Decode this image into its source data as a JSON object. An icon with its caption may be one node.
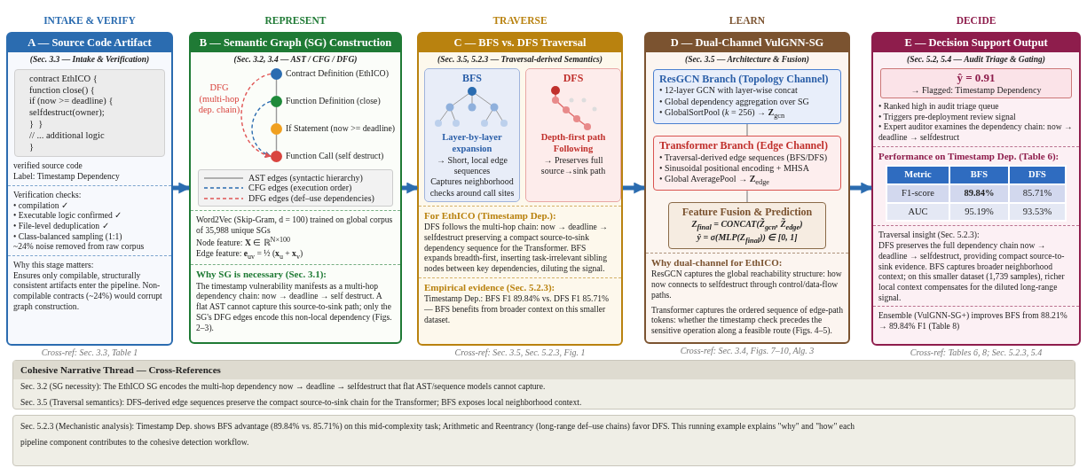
{
  "diagram": {
    "nodes": [
      {
        "text": [
          "A — Source Code Artifact",
          "(Sec. 3.3 — Intake & Verification)",
          "verified source code",
          "Label: Timestamp Dependency",
          "Verification checks:",
          "• compilation ✓",
          "• Executable logic confirmed ✓",
          "• File-level deduplication ✓",
          "• Class-balanced sampling (1:1)",
          "~24% noise removed from raw corpus",
          "Why this stage matters:",
          "Ensures only compilable, structurally consistent artifacts enter the pipeline. Non-compilable contracts (~24%) would corrupt graph construction."
        ],
        "beside": [
          "INTAKE & VERIFY",
          "Cross-ref: Sec. 3.3, Table 1"
        ]
      },
      {
        "text": [
          "contract EthICO {",
          "function close() {",
          "if (now >= deadline) {",
          "selfdestruct(owner);",
          "}  }",
          "// ... additional logic",
          "}"
        ],
        "in": 0
      },
      {
        "text": [
          "B — Semantic Graph (SG) Construction",
          "(Sec. 3.2, 3.4 — AST / CFG / DFG)",
          "Word2Vec (Skip-Gram, d = 100) trained on global corpus of 35,988 unique SGs",
          "Node feature: **X** ∈ ℝ$^{N×100}$",
          "Edge feature: **e**$_{uv}$ = ½ (**x**$_{u}$ + **x**$_{v}$)",
          "Why SG is necessary (Sec. 3.1):",
          "The timestamp vulnerability manifests as a multi-hop dependency chain: now → deadline → self destruct. A flat AST cannot capture this source-to-sink path; only the SG's DFG edges encode this non-local dependency (Figs. 2–3)."
        ],
        "beside": [
          "REPRESENT"
        ]
      },
      {
        "text": [
          "Contract Definition (EthICO)"
        ],
        "in": 2
      },
      {
        "text": [
          "Function Definition (close)"
        ],
        "in": 2
      },
      {
        "text": [
          "If Statement (now >= deadline)"
        ],
        "in": 2
      },
      {
        "text": [
          "Function Call (self destruct)"
        ],
        "in": 2
      },
      {
        "text": [
          "C — BFS vs. DFS Traversal",
          "(Sec. 3.5, 5.2.3 — Traversal-derived Semantics)",
          "For EthICO (Timestamp Dep.):",
          "DFS follows the multi-hop chain: now → deadline → selfdestruct preserving a compact source-to-sink dependency sequence for the Transformer. BFS expands breadth-first, inserting task-irrelevant sibling nodes between key dependencies, diluting the signal.",
          "Empirical evidence (Sec. 5.2.3):",
          "Timestamp Dep.: BFS F1 89.84% vs. DFS F1 85.71% — BFS benefits from broader context on this smaller dataset."
        ],
        "beside": [
          "TRAVERSE",
          "Cross-ref: Sec. 3.5, Sec. 5.2.3, Fig. 1"
        ]
      },
      {
        "text": [
          "BFS",
          "Layer-by-layer expansion",
          "→ Short, local edge sequences",
          "Captures neighborhood checks around call sites"
        ],
        "in": 7
      },
      {
        "text": [
          "DFS",
          "Depth-first path Following",
          "→ Preserves full source→sink path"
        ],
        "in": 7
      },
      {
        "text": [
          "D — Dual-Channel VulGNN-SG",
          "(Sec. 3.5 — Architecture & Fusion)",
          "Why dual-channel for EthICO:",
          "ResGCN captures the global reachability structure: how now connects to selfdestruct through control/data-flow paths.",
          "Transformer captures the ordered sequence of edge-path tokens: whether the timestamp check precedes the sensitive operation along a feasible route (Figs. 4–5)."
        ],
        "beside": [
          "LEARN",
          "Cross-ref: Sec. 3.4, Figs. 7–10, Alg. 3"
        ]
      },
      {
        "text": [
          "ResGCN Branch (Topology Channel)",
          "• 12-layer GCN with layer-wise concat",
          "• Global dependency aggregation over SG",
          "• GlobalSortPool (*k* = 256) → **Z**$_{gcn}$"
        ],
        "in": 10
      },
      {
        "text": [
          "Transformer Branch (Edge Channel)",
          "• Traversal-derived edge sequences (BFS/DFS)",
          "• Sinusoidal positional encoding + MHSA",
          "• Global AveragePool → **Z**$_{edge}$"
        ],
        "in": 10
      },
      {
        "text": [
          "Feature Fusion & Prediction",
          "Z$_{final}$ = CONCAT(Z̃$_{gcn}$, Z̃$_{edge}$)",
          "ŷ = σ(MLP(Z$_{final}$)) ∈ [0, 1]"
        ],
        "in": 10
      },
      {
        "text": [
          "E — Decision Support Output",
          "(Sec. 5.2, 5.4 — Audit Triage & Gating)",
          "• Ranked high in audit triage queue",
          "• Triggers pre-deployment review signal",
          "• Expert auditor examines the dependency chain: now → deadline → selfdestruct",
          "Performance on Timestamp Dep. (Table 6):",
          "Traversal insight (Sec. 5.2.3):",
          "DFS preserves the full dependency chain now → deadline → selfdestruct, providing compact source-to-sink evidence. BFS captures broader neighborhood context; on this smaller dataset (1,739 samples), richer local context compensates for the diluted long-range signal.",
          "Ensemble (VulGNN-SG+) improves BFS from 88.21% → 89.84% F1 (Table 8)"
        ],
        "beside": [
          "DECIDE",
          "Cross-ref: Tables 6, 8; Sec. 5.2.3, 5.4"
        ]
      },
      {
        "text": [
          "ŷ = 0.91",
          "→ Flagged: Timestamp Dependency"
        ],
        "in": 14
      },
      {
        "text": [
          "Cohesive Narrative Thread — Cross-References",
          "Sec. 3.2 (SG necessity): The EthICO SG encodes the multi-hop dependency now → deadline → selfdestruct that flat AST/sequence models cannot capture.",
          "Sec. 3.5 (Traversal semantics): DFS-derived edge sequences preserve the compact source-to-sink chain for the Transformer; BFS exposes local neighborhood context."
        ]
      },
      {
        "text": [
          "Sec. 5.2.3 (Mechanistic analysis): Timestamp Dep. shows BFS advantage (89.84% vs. 85.71%) on this mid-complexity task; Arithmetic and Reentrancy (long-range def–use chains) favor DFS. This running example explains \"why\" and \"how\" each pipeline component contributes to the cohesive detection workflow."
        ]
      }
    ],
    "edges": [
      {
        "from": 0,
        "to": 2,
        "arrow": "to",
        "style": "thick",
        "color": "#2b6cb0"
      },
      {
        "from": 2,
        "to": 7,
        "arrow": "to",
        "style": "thick",
        "color": "#2b6cb0"
      },
      {
        "from": 7,
        "to": 10,
        "arrow": "to",
        "style": "thick",
        "color": "#2b6cb0"
      },
      {
        "from": 10,
        "to": 14,
        "arrow": "to",
        "style": "thick",
        "color": "#2b6cb0"
      },
      {
        "from": 3,
        "to": 4,
        "arrow": "none",
        "color": "#999999"
      },
      {
        "from": 4,
        "to": 5,
        "arrow": "none",
        "color": "#999999"
      },
      {
        "from": 5,
        "to": 6,
        "arrow": "none",
        "color": "#999999"
      },
      {
        "from": 4,
        "to": 6,
        "arrow": "to",
        "style": "dashed",
        "color": "#2b6cb0"
      },
      {
        "from": 3,
        "to": 6,
        "arrow": "to",
        "style": "dashed",
        "color": "#e05555"
      },
      {
        "from": 11,
        "to": 12,
        "arrow": "none",
        "color": "#999999"
      },
      {
        "from": 12,
        "to": 13,
        "arrow": "none",
        "color": "#999999"
      }
    ],
    "labels": [
      "DFG (multi-hop dep. chain)",
      "Metric",
      "BFS",
      "DFS",
      "F1-score",
      "89.84%",
      "85.71%",
      "AUC",
      "95.19%",
      "93.53%"
    ],
    "legend": [
      {
        "text": "AST edges (syntactic hierarchy)"
      },
      {
        "text": "CFG edges (execution order)"
      },
      {
        "text": "DFG edges (def–use dependencies)"
      }
    ]
  }
}
